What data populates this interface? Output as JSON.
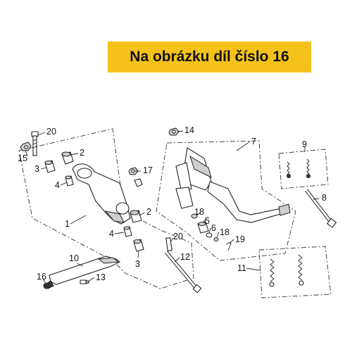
{
  "banner": {
    "text": "Na obrázku díl číslo 16",
    "color": "#f5c21b"
  },
  "diagram": {
    "callouts": [
      "20",
      "2",
      "15",
      "3",
      "4",
      "17",
      "1",
      "2",
      "4",
      "3",
      "20",
      "12",
      "10",
      "16",
      "13",
      "14",
      "7",
      "9",
      "8",
      "18",
      "5",
      "6",
      "18",
      "19",
      "11"
    ]
  }
}
